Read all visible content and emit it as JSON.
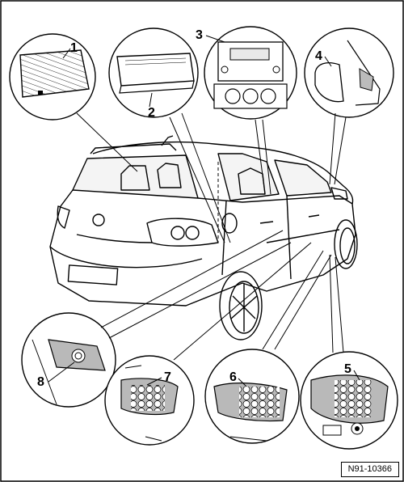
{
  "figure": {
    "callouts": [
      "1",
      "2",
      "3",
      "4",
      "5",
      "6",
      "7",
      "8"
    ],
    "reference_code": "N91-10366"
  }
}
